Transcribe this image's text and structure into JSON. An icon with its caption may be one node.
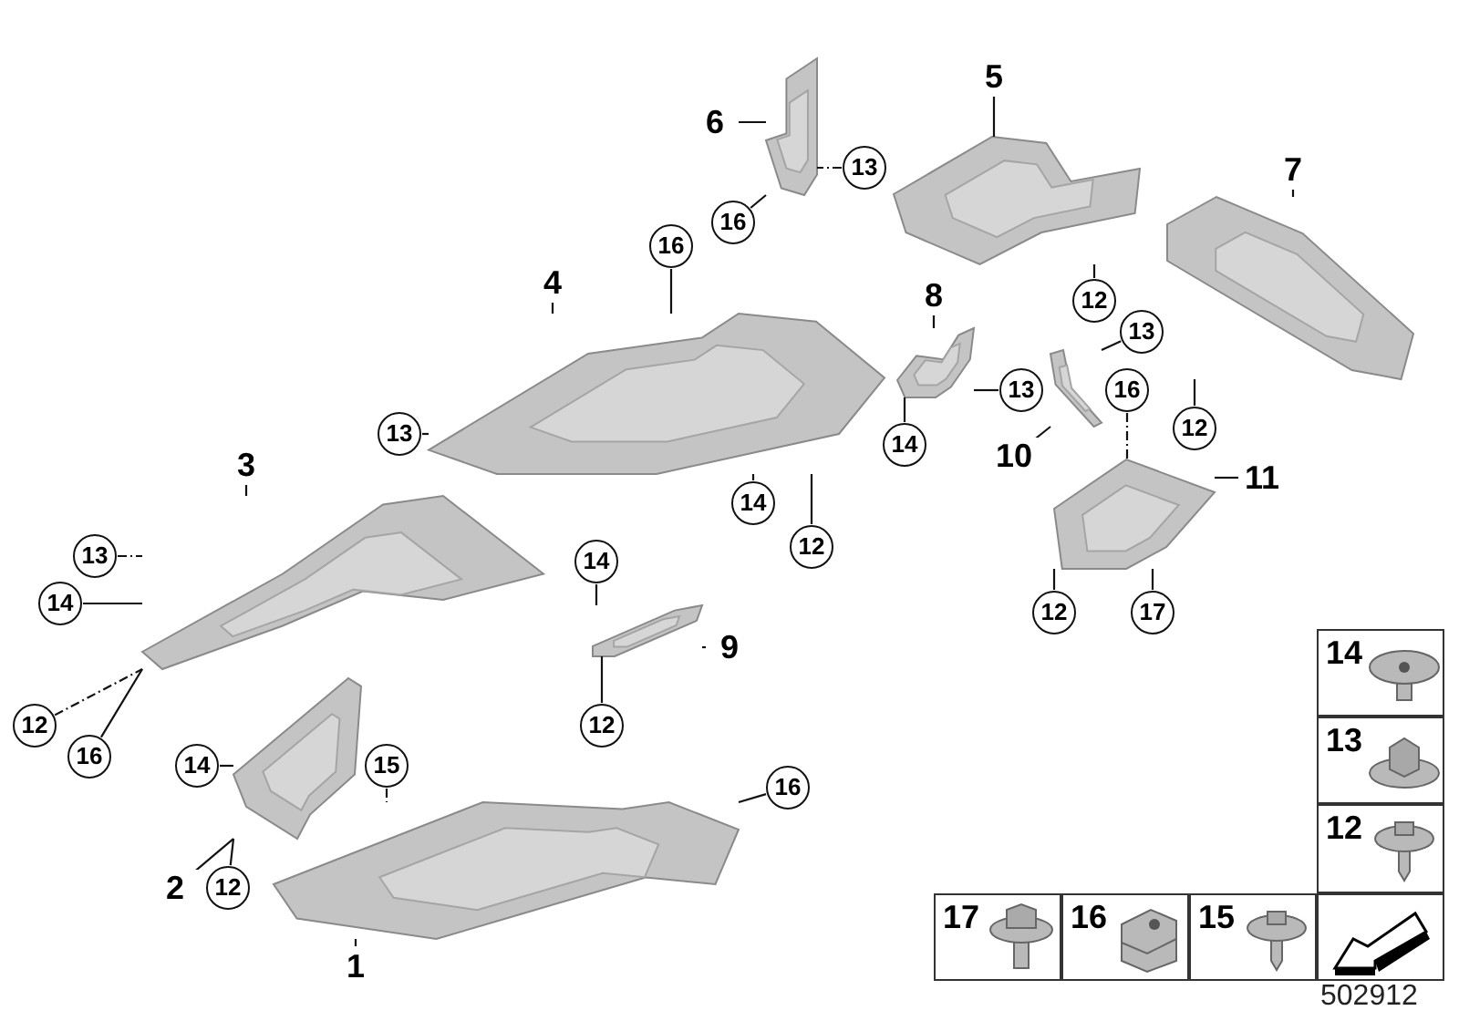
{
  "diagram": {
    "nodes": [
      {
        "text": [
          "5"
        ]
      },
      {
        "text": [],
        "shape": "picture"
      },
      {
        "text": [
          "6"
        ]
      },
      {
        "text": [],
        "shape": "picture"
      },
      {
        "text": [
          "13"
        ]
      },
      {
        "text": [
          "16"
        ]
      },
      {
        "text": [
          "7"
        ]
      },
      {
        "text": [],
        "shape": "picture"
      },
      {
        "text": [
          "12"
        ]
      },
      {
        "text": [
          "16"
        ]
      },
      {
        "text": [
          "4"
        ]
      },
      {
        "text": [],
        "shape": "picture"
      },
      {
        "text": [
          "8"
        ]
      },
      {
        "text": [],
        "shape": "picture"
      },
      {
        "text": [
          "12"
        ]
      },
      {
        "text": [
          "13"
        ]
      },
      {
        "text": [
          "13"
        ]
      },
      {
        "text": [],
        "shape": "picture"
      },
      {
        "text": [
          "16"
        ]
      },
      {
        "text": [
          "13"
        ]
      },
      {
        "text": [
          "14"
        ]
      },
      {
        "text": [
          "10"
        ]
      },
      {
        "text": [
          "3"
        ]
      },
      {
        "text": [],
        "shape": "picture"
      },
      {
        "text": [
          "14"
        ]
      },
      {
        "text": [
          "11"
        ]
      },
      {
        "text": [],
        "shape": "picture"
      },
      {
        "text": [
          "12"
        ]
      },
      {
        "text": [
          "13"
        ]
      },
      {
        "text": [
          "14"
        ]
      },
      {
        "text": [
          "12"
        ]
      },
      {
        "text": [
          "17"
        ]
      },
      {
        "text": [
          "14"
        ]
      },
      {
        "text": [],
        "shape": "picture"
      },
      {
        "text": [
          "9"
        ]
      },
      {
        "text": [
          "12"
        ]
      },
      {
        "text": [
          "16"
        ]
      },
      {
        "text": [
          "14"
        ]
      },
      {
        "text": [],
        "shape": "picture"
      },
      {
        "text": [
          "15"
        ]
      },
      {
        "text": [
          "16"
        ]
      },
      {
        "text": [],
        "shape": "picture"
      },
      {
        "text": [
          "2"
        ]
      },
      {
        "text": [
          "12"
        ]
      },
      {
        "text": [
          "12"
        ]
      },
      {
        "text": [
          "1"
        ]
      },
      {
        "text": [
          "14"
        ]
      },
      {
        "text": [
          "13"
        ]
      },
      {
        "text": [
          "12"
        ]
      },
      {
        "text": [
          "17"
        ]
      },
      {
        "text": [
          "16"
        ]
      },
      {
        "text": [
          "15"
        ]
      },
      {
        "text": [],
        "shape": "picture"
      }
    ],
    "edges": [
      {
        "from": 0,
        "to": 1,
        "arrow": "none"
      },
      {
        "from": 2,
        "to": 3,
        "arrow": "none"
      },
      {
        "from": 4,
        "to": 3,
        "arrow": "none",
        "style": "dashed"
      },
      {
        "from": 5,
        "to": 3,
        "arrow": "none"
      },
      {
        "from": 6,
        "to": 7,
        "arrow": "none"
      },
      {
        "from": 8,
        "to": 1,
        "arrow": "none"
      },
      {
        "from": 9,
        "to": 11,
        "arrow": "none"
      },
      {
        "from": 10,
        "to": 11,
        "arrow": "none"
      },
      {
        "from": 12,
        "to": 13,
        "arrow": "none"
      },
      {
        "from": 14,
        "to": 7,
        "arrow": "none"
      },
      {
        "from": 15,
        "to": 17,
        "arrow": "none"
      },
      {
        "from": 16,
        "to": 13,
        "arrow": "none"
      },
      {
        "from": 18,
        "to": 26,
        "arrow": "none",
        "style": "dashed"
      },
      {
        "from": 19,
        "to": 11,
        "arrow": "none",
        "style": "dashed"
      },
      {
        "from": 20,
        "to": 13,
        "arrow": "none"
      },
      {
        "from": 21,
        "to": 17,
        "arrow": "none"
      },
      {
        "from": 22,
        "to": 23,
        "arrow": "none"
      },
      {
        "from": 24,
        "to": 11,
        "arrow": "none"
      },
      {
        "from": 25,
        "to": 26,
        "arrow": "none"
      },
      {
        "from": 27,
        "to": 11,
        "arrow": "none"
      },
      {
        "from": 28,
        "to": 23,
        "arrow": "none",
        "style": "dashed"
      },
      {
        "from": 29,
        "to": 23,
        "arrow": "none"
      },
      {
        "from": 30,
        "to": 26,
        "arrow": "none"
      },
      {
        "from": 31,
        "to": 26,
        "arrow": "none"
      },
      {
        "from": 32,
        "to": 33,
        "arrow": "none"
      },
      {
        "from": 34,
        "to": 33,
        "arrow": "none"
      },
      {
        "from": 35,
        "to": 23,
        "arrow": "none",
        "style": "dashed"
      },
      {
        "from": 36,
        "to": 23,
        "arrow": "none"
      },
      {
        "from": 37,
        "to": 38,
        "arrow": "none"
      },
      {
        "from": 39,
        "to": 41,
        "arrow": "none",
        "style": "dashed"
      },
      {
        "from": 40,
        "to": 41,
        "arrow": "none"
      },
      {
        "from": 42,
        "to": 38,
        "arrow": "none"
      },
      {
        "from": 43,
        "to": 38,
        "arrow": "none"
      },
      {
        "from": 44,
        "to": 33,
        "arrow": "none"
      },
      {
        "from": 45,
        "to": 41,
        "arrow": "none"
      }
    ],
    "labels": [
      "502912"
    ]
  }
}
